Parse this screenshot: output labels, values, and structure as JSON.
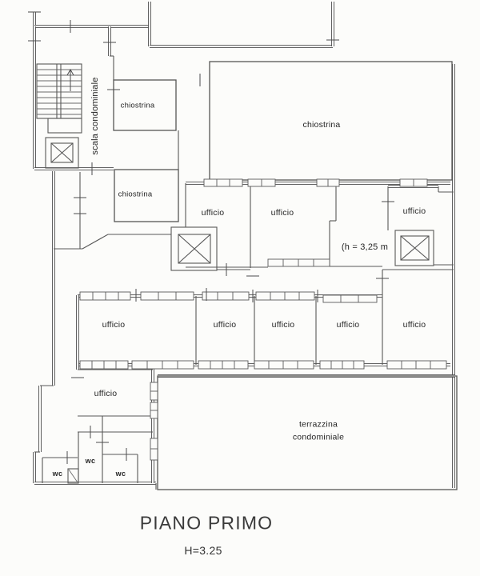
{
  "plan": {
    "labels": {
      "scala": "scala condominiale",
      "chiostrina_top": "chiostrina",
      "chiostrina_main": "chiostrina",
      "chiostrina_mid": "chiostrina",
      "ufficio_a": "ufficio",
      "ufficio_b": "ufficio",
      "ufficio_c": "ufficio",
      "height_note": "(h = 3,25 m",
      "ufficio_1": "ufficio",
      "ufficio_2": "ufficio",
      "ufficio_3": "ufficio",
      "ufficio_4": "ufficio",
      "ufficio_5": "ufficio",
      "ufficio_6": "ufficio",
      "wc_left": "wc",
      "wc_mid": "wc",
      "wc_right": "wc",
      "terrazzina_line1": "terrazzina",
      "terrazzina_line2": "condominiale"
    },
    "title": "PIANO PRIMO",
    "subtitle": "H=3.25",
    "colors": {
      "line": "#4f4f4f",
      "background": "#fcfcfa"
    }
  }
}
